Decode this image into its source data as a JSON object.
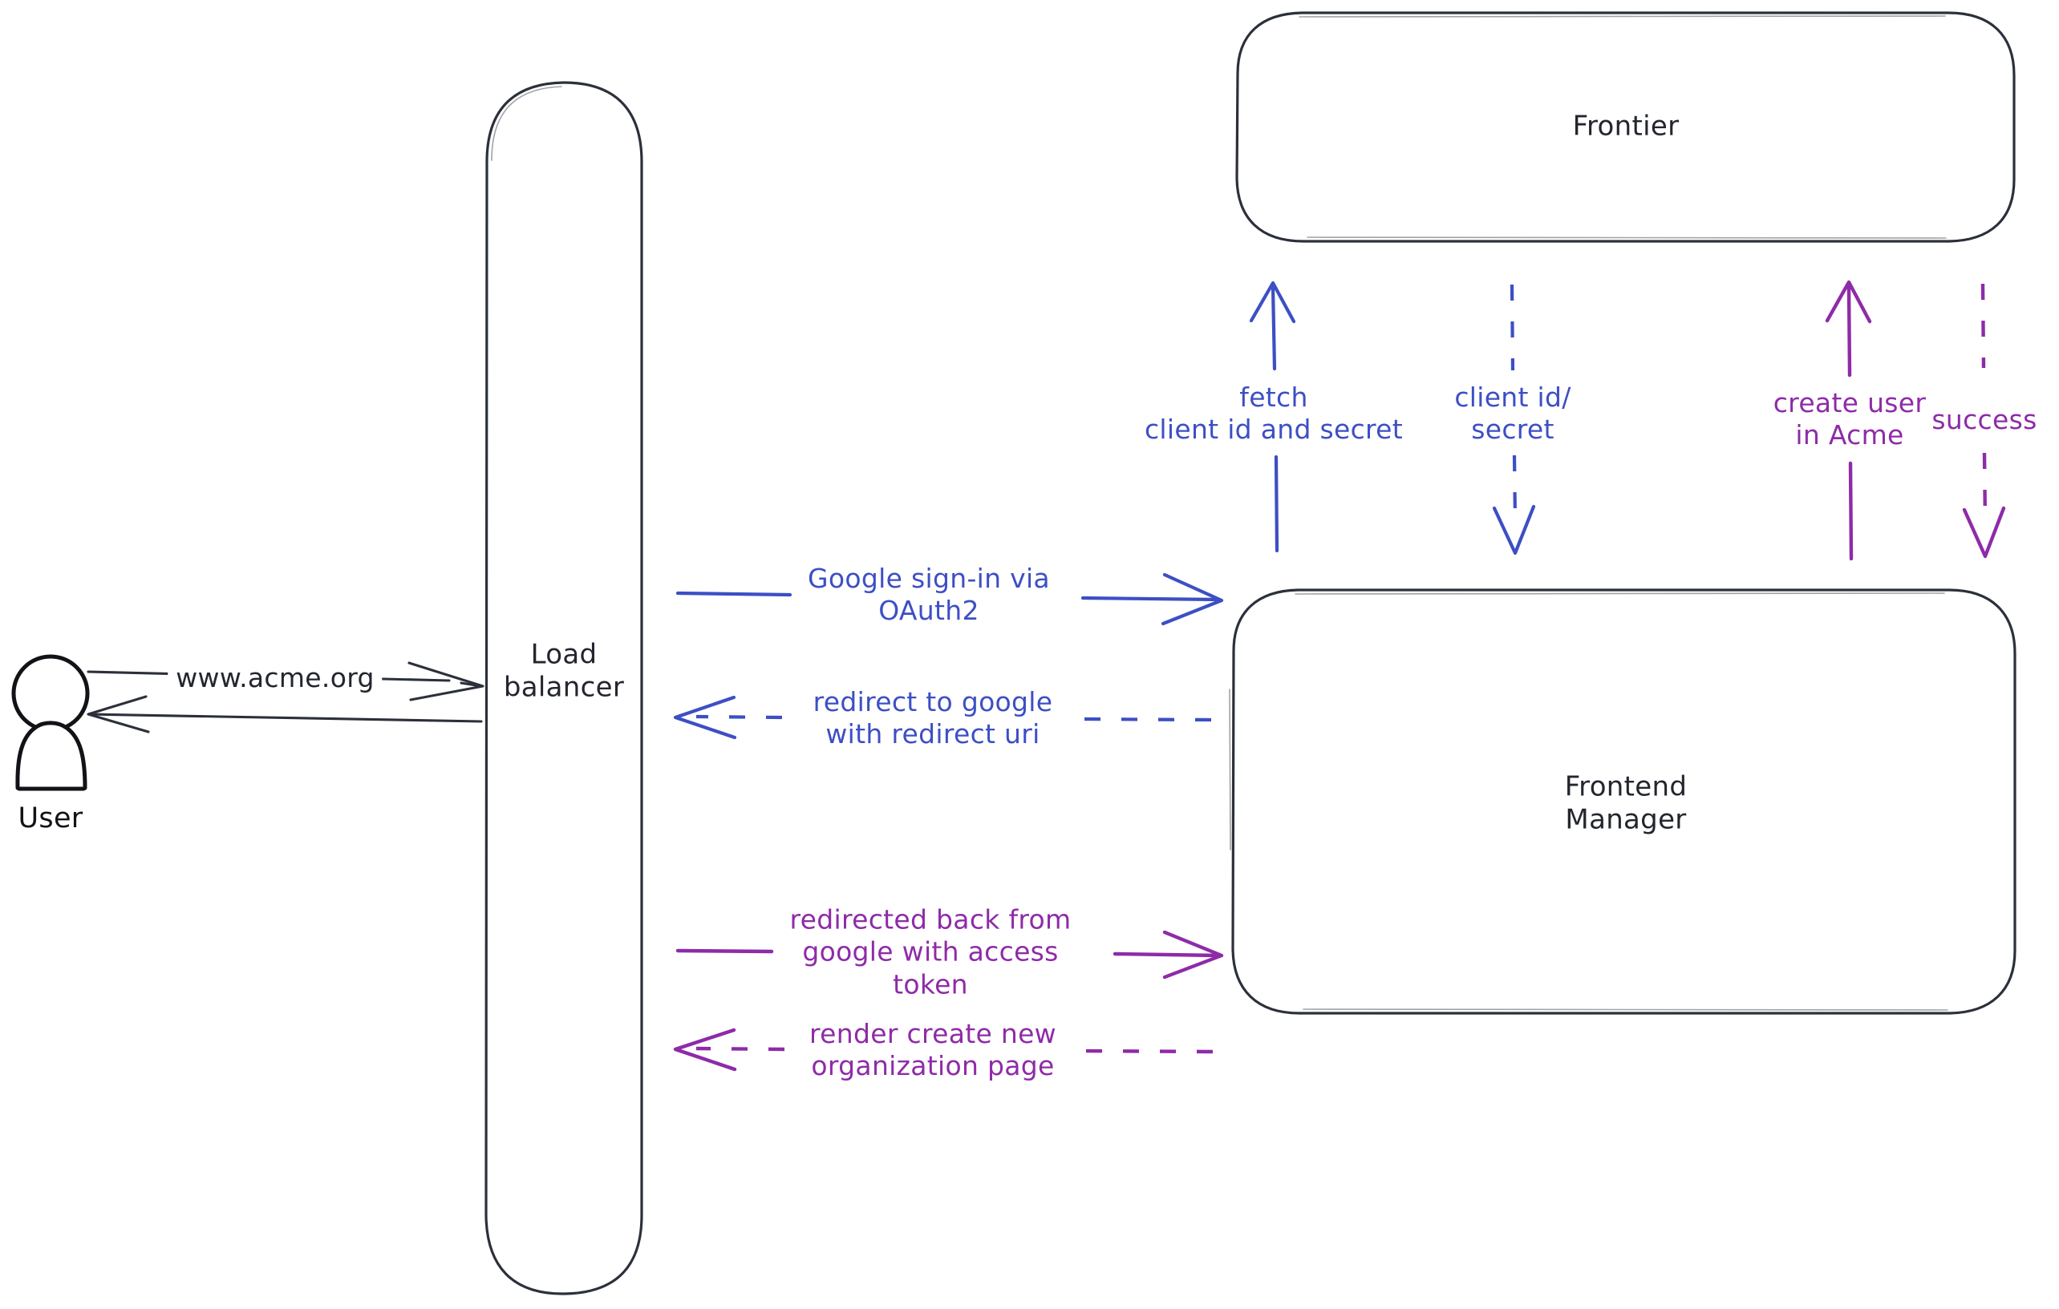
{
  "diagram": {
    "title": "Google OAuth2 sign-in flow",
    "background": "#ffffff",
    "colors": {
      "node_stroke": "#2b303b",
      "node_text": "#23262e",
      "blue_flow": "#3d4fc4",
      "purple_flow": "#8e2ba8",
      "actor_stroke": "#111317",
      "actor_hatch": "#c7d3e3"
    }
  },
  "actor": {
    "name": "User",
    "label": "User"
  },
  "nodes": {
    "load_balancer": {
      "line1": "Load",
      "line2": "balancer"
    },
    "frontier": {
      "label": "Frontier"
    },
    "frontend_manager": {
      "line1": "Frontend",
      "line2": "Manager"
    }
  },
  "edges": {
    "user_to_lb": {
      "label": "www.acme.org",
      "style": "solid",
      "color": "#2b303b",
      "direction": "right"
    },
    "lb_to_user": {
      "label": "",
      "style": "solid",
      "color": "#2b303b",
      "direction": "left"
    },
    "lb_to_fm_signin": {
      "line1": "Google sign-in via",
      "line2": "OAuth2",
      "style": "solid",
      "color": "#3d4fc4",
      "direction": "right"
    },
    "fm_to_lb_redirect": {
      "line1": "redirect to google",
      "line2": "with redirect uri",
      "style": "dashed",
      "color": "#3d4fc4",
      "direction": "left"
    },
    "lb_to_fm_token": {
      "line1": "redirected back from",
      "line2": "google with access",
      "line3": "token",
      "style": "solid",
      "color": "#8e2ba8",
      "direction": "right"
    },
    "fm_to_lb_render": {
      "line1": "render create new",
      "line2": "organization page",
      "style": "dashed",
      "color": "#8e2ba8",
      "direction": "left"
    },
    "fm_to_frontier_fetch": {
      "line1": "fetch",
      "line2": "client id and secret",
      "style": "solid",
      "color": "#3d4fc4",
      "direction": "up"
    },
    "frontier_to_fm_creds": {
      "line1": "client id/",
      "line2": "secret",
      "style": "dashed",
      "color": "#3d4fc4",
      "direction": "down"
    },
    "fm_to_frontier_create": {
      "line1": "create user",
      "line2": "in Acme",
      "style": "solid",
      "color": "#8e2ba8",
      "direction": "up"
    },
    "frontier_to_fm_success": {
      "label": "success",
      "style": "dashed",
      "color": "#8e2ba8",
      "direction": "down"
    }
  }
}
